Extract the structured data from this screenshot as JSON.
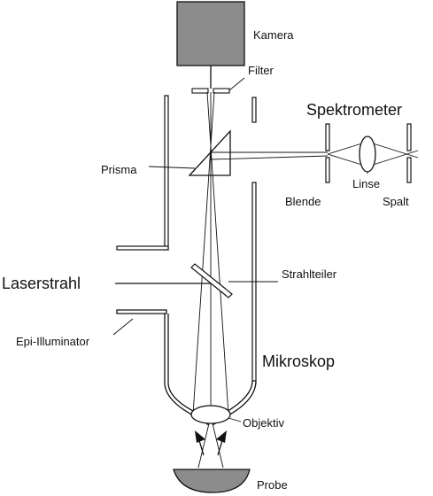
{
  "labels": {
    "kamera": "Kamera",
    "filter": "Filter",
    "spektrometer": "Spektrometer",
    "prisma": "Prisma",
    "blende": "Blende",
    "linse": "Linse",
    "spalt": "Spalt",
    "laserstrahl": "Laserstrahl",
    "strahlteiler": "Strahlteiler",
    "epi_illuminator": "Epi-Illuminator",
    "mikroskop": "Mikroskop",
    "objektiv": "Objektiv",
    "probe": "Probe"
  },
  "colors": {
    "line": "#111111",
    "camera_fill": "#8c8c8c",
    "background": "#ffffff"
  }
}
